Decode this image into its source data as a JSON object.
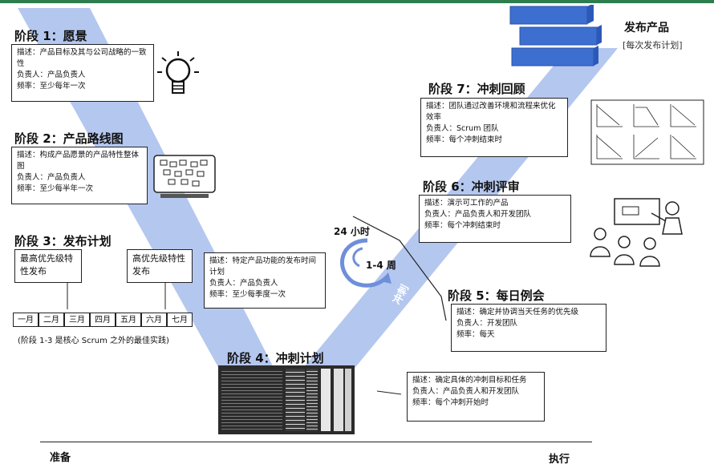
{
  "release": {
    "title": "发布产品",
    "subtitle": "[每次发布计划]"
  },
  "stages": {
    "s1": {
      "title": "阶段 1：愿景",
      "desc": "描述：",
      "desc_val": "产品目标及其与公司战略的一致性",
      "owner": "负责人：",
      "owner_val": "产品负责人",
      "freq": "频率：",
      "freq_val": "至少每年一次"
    },
    "s2": {
      "title": "阶段 2：产品路线图",
      "desc": "描述：",
      "desc_val": "构成产品愿景的产品特性整体图",
      "owner": "负责人：",
      "owner_val": "产品负责人",
      "freq": "频率：",
      "freq_val": "至少每半年一次"
    },
    "s3": {
      "title": "阶段 3：发布计划",
      "desc": "描述：",
      "desc_val": "特定产品功能的发布时间计划",
      "owner": "负责人：",
      "owner_val": "产品负责人",
      "freq": "频率：",
      "freq_val": "至少每季度一次",
      "box_a": "最高优先级特性发布",
      "box_b": "高优先级特性发布",
      "months": [
        "一月",
        "二月",
        "三月",
        "四月",
        "五月",
        "六月",
        "七月"
      ],
      "note": "(阶段 1-3 是核心 Scrum 之外的最佳实践)"
    },
    "s4": {
      "title": "阶段 4：冲刺计划",
      "desc": "描述：",
      "desc_val": "确定具体的冲刺目标和任务",
      "owner": "负责人：",
      "owner_val": "产品负责人和开发团队",
      "freq": "频率：",
      "freq_val": "每个冲刺开始时"
    },
    "s5": {
      "title": "阶段 5：每日例会",
      "desc": "描述：",
      "desc_val": "确定并协调当天任务的优先级",
      "owner": "负责人：",
      "owner_val": "开发团队",
      "freq": "频率：",
      "freq_val": "每天"
    },
    "s6": {
      "title": "阶段 6：冲刺评审",
      "desc": "描述：",
      "desc_val": "演示可工作的产品",
      "owner": "负责人：",
      "owner_val": "产品负责人和开发团队",
      "freq": "频率：",
      "freq_val": "每个冲刺结束时"
    },
    "s7": {
      "title": "阶段 7：冲刺回顾",
      "desc": "描述：",
      "desc_val": "团队通过改善环境和流程来优化效率",
      "owner": "负责人：",
      "owner_val": "Scrum 团队",
      "freq": "频率：",
      "freq_val": "每个冲刺结束时"
    }
  },
  "cycle": {
    "h24": "24 小时",
    "weeks": "1-4 周",
    "sprint": "冲刺"
  },
  "axis": {
    "left": "准备",
    "right": "执行"
  },
  "icons": {
    "vision": "lightbulb-icon",
    "roadmap": "board-icon",
    "review": "presentation-icon",
    "retro": "burndown-icon",
    "release": "stacked-blocks-icon"
  },
  "colors": {
    "v_band": "#9fb6e8",
    "release_blue": "#3d6fd1"
  }
}
